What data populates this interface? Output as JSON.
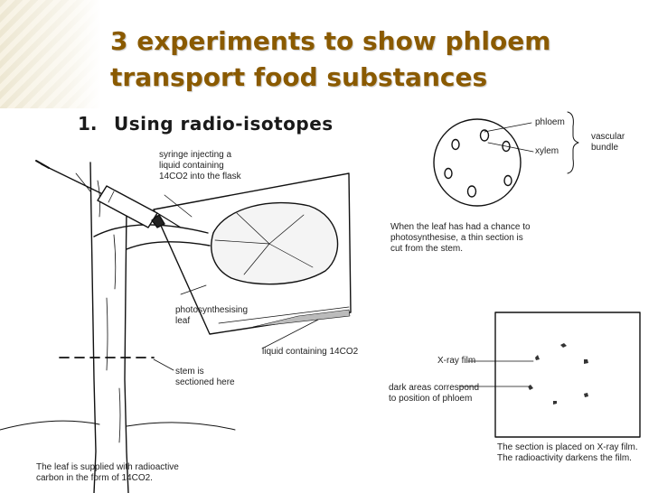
{
  "title": {
    "line1": "3 experiments to show phloem",
    "line2": "transport food substances"
  },
  "bullet": {
    "number": "1.",
    "text": "Using radio-isotopes"
  },
  "left_figure": {
    "syringe_label": [
      "syringe injecting a",
      "liquid containing",
      "14CO2 into the flask"
    ],
    "leaf_label": [
      "photosynthesising",
      "leaf"
    ],
    "liquid_label": "liquid containing 14CO2",
    "stem_label": [
      "stem is",
      "sectioned here"
    ],
    "caption": [
      "The leaf is supplied with radioactive",
      "carbon in the form of 14CO2."
    ]
  },
  "section_figure": {
    "phloem_label": "phloem",
    "xylem_label": "xylem",
    "bundle_label": [
      "vascular",
      "bundle"
    ],
    "caption": [
      "When the leaf has had a chance to",
      "photosynthesise, a thin section is",
      "cut from the stem."
    ]
  },
  "xray_figure": {
    "film_label": "X-ray film",
    "dark_label": [
      "dark areas correspond",
      "to position of phloem"
    ],
    "caption": [
      "The section is placed on X-ray film.",
      "The radioactivity darkens the film."
    ]
  },
  "colors": {
    "title": "#8a5a00",
    "text": "#1a1a1a"
  }
}
